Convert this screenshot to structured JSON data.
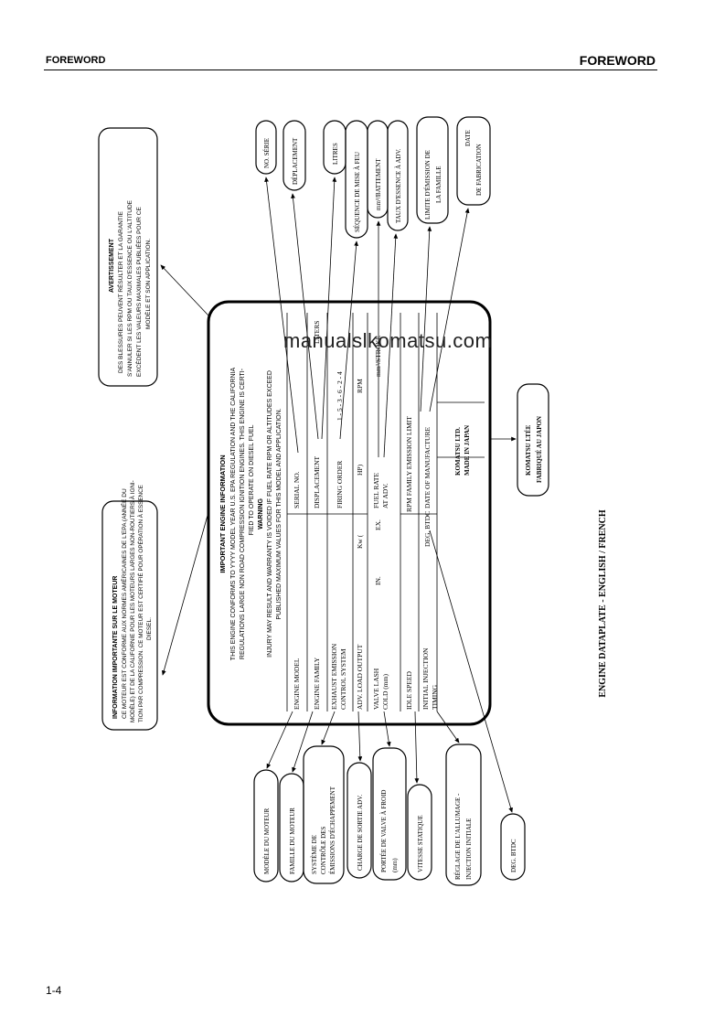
{
  "header": {
    "left": "FOREWORD",
    "right": "FOREWORD"
  },
  "footer": {
    "page": "1-4"
  },
  "watermark": "manualslkomatsu.com",
  "caption": "ENGINE DATAPLATE - ENGLISH / FRENCH",
  "plate": {
    "title": "IMPORTANT ENGINE INFORMATION",
    "intro1": "THIS ENGINE CONFORMS TO YYYY MODEL YEAR U.S. EPA REGULATION AND THE CALIFORNIA",
    "intro2": "REGULATIONS LARGE NON ROAD COMPRESSION IGNITION ENGINES. THIS ENGINE IS CERTI-",
    "intro3": "FIED TO OPERATE ON DIESEL FUEL",
    "warning_title": "WARNING",
    "warn1": "INJURY MAY RESULT AND WARRANTY IS VOIDED IF FUEL RATE RPM OR ALTITUDES EXCEED",
    "warn2": "PUBLISHED MAXIMUM VALUES FOR THIS MODEL AND APPLICATION.",
    "engine_model": "ENGINE MODEL",
    "serial_no": "SERIAL NO.",
    "engine_family": "ENGINE FAMILY",
    "displacement": "DISPLACEMENT",
    "liters": "LITERS",
    "exhaust1": "EXHAUST EMISSION",
    "exhaust2": "CONTROL SYSTEM",
    "firing_order": "FIRING ORDER",
    "firing_value": "1 - 5 - 3 - 6 - 2 - 4",
    "adv_load": "ADV. LOAD OUTPUT",
    "kw": "Kw (",
    "hp": "HP)",
    "rpm": "RPM",
    "valve1": "VALVE LASH",
    "valve2": "COLD (mm)",
    "in": "IN.",
    "ex": "EX.",
    "fuel1": "FUEL RATE",
    "fuel2": "AT ADV.",
    "mm3": "mm³/STROKE",
    "idle": "IDLE SPEED",
    "rpm_family": "RPM FAMILY EMISSION LIMIT",
    "initial1": "INITIAL INJECTION",
    "initial2": "TIMING",
    "deg_btdc": "DEG. BTDC",
    "date_mfg": "DATE OF MANUFACTURE",
    "komatsu": "KOMATSU LTD.",
    "made_japan": "MADE IN JAPAN"
  },
  "callouts": {
    "info_fr_title": "INFORMATION IMPORTANTE SUR LE MOTEUR",
    "info_fr1": "CE MOTEUR EST CONFORME AUX NORMES AMÉRICAINES DE L'EPA (ANNÉE DU",
    "info_fr2": "MODÈLE) ET DE LA CALIFORNIE POUR LES MOTEURS LARGES NON-ROUTIERS À IGNI-",
    "info_fr3": "TION PAR COMPRESSION. CE MOTEUR EST CERTIFIÉ POUR OPÉRATION À ESSENCE",
    "info_fr4": "DIESEL.",
    "avert_title": "AVERTISSEMENT",
    "avert1": "DES BLESSURES PEUVENT RÉSULTER ET LA GARANTIE",
    "avert2": "S'ANNULER SI LES RPM OU TAUX D'ESSENCE OU L'ALTITUDE",
    "avert3": "EXCÈDENT LES VALEURS MAXIMALES PUBLIÉES POUR CE",
    "avert4": "MODÈLE ET SON APPLICATION.",
    "no_serie": "NO. SÉRIE",
    "deplacement": "DÉPLACEMENT",
    "litres": "LITRES",
    "sequence": "SÉQUENCE DE MISE À FEU",
    "mm3_batt": "mm³/BATTEMENT",
    "taux": "TAUX D'ESSENCE À ADV.",
    "limite1": "LIMITE D'ÉMISSION DE",
    "limite2": "LA FAMILLE",
    "date1": "DATE",
    "date2": "DE FABRICATION",
    "komatsu_fr1": "KOMATSU LTÉE",
    "komatsu_fr2": "FABRIQUÉ AU JAPON",
    "modele": "MODÈLE DU MOTEUR",
    "famille": "FAMILLE DU MOTEUR",
    "systeme1": "SYSTÈME DE",
    "systeme2": "CONTRÔLE DES",
    "systeme3": "ÉMISSIONS D'ÉCHAPPEMENT",
    "charge": "CHARGE DE SORTIE ADV.",
    "portee1": "PORTÉE DE VALVE À FROID",
    "portee2": "(mm)",
    "vitesse": "VITESSE STATIQUE",
    "reglage1": "RÉGLAGE DE L'ALLUMAGE -",
    "reglage2": "INJECTION INITIALE",
    "deg_btdc": "DEG. BTDC"
  }
}
